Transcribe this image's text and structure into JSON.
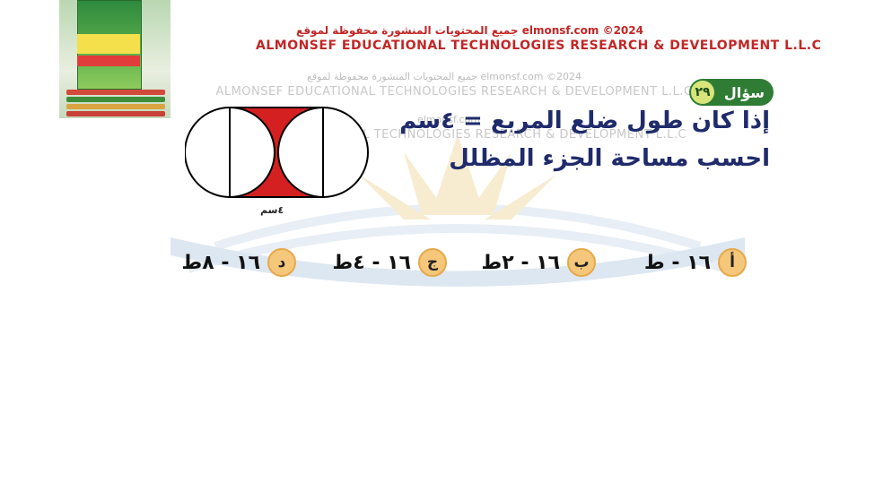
{
  "watermark": {
    "ar_line": "جميع المحتويات المنشورة محفوظة لموقع elmonsf.com ©2024",
    "en_line": "ALMONSEF EDUCATIONAL TECHNOLOGIES RESEARCH & DEVELOPMENT L.L.C",
    "faint_ar_line": "جميع المحتويات المنشورة محفوظة لموقع elmonsf.com ©2024",
    "faint_en_line": "ALMONSEF EDUCATIONAL TECHNOLOGIES RESEARCH & DEVELOPMENT L.L.C",
    "faint_ar_line_2": "elmonsf.com",
    "faint_en_line_2": "AL TECHNOLOGIES RESEARCH & DEVELOPMENT L.L.C"
  },
  "question": {
    "label": "سؤال",
    "number": "٢٩",
    "line1": "إذا كان طول ضلع المربع = ٤سم",
    "line2": "احسب مساحة الجزء المظلل"
  },
  "figure": {
    "dimension_label": "٤سم",
    "shaded_color": "#d42020"
  },
  "options": [
    {
      "letter": "أ",
      "text": "١٦ - ط"
    },
    {
      "letter": "ب",
      "text": "١٦ - ٢ط"
    },
    {
      "letter": "ج",
      "text": "١٦ - ٤ط"
    },
    {
      "letter": "د",
      "text": "١٦ - ٨ط"
    }
  ],
  "colors": {
    "title": "#1f2b6b",
    "badge": "#2f7d35",
    "option_circle": "#f4c77a",
    "watermark_red": "#c22626"
  }
}
